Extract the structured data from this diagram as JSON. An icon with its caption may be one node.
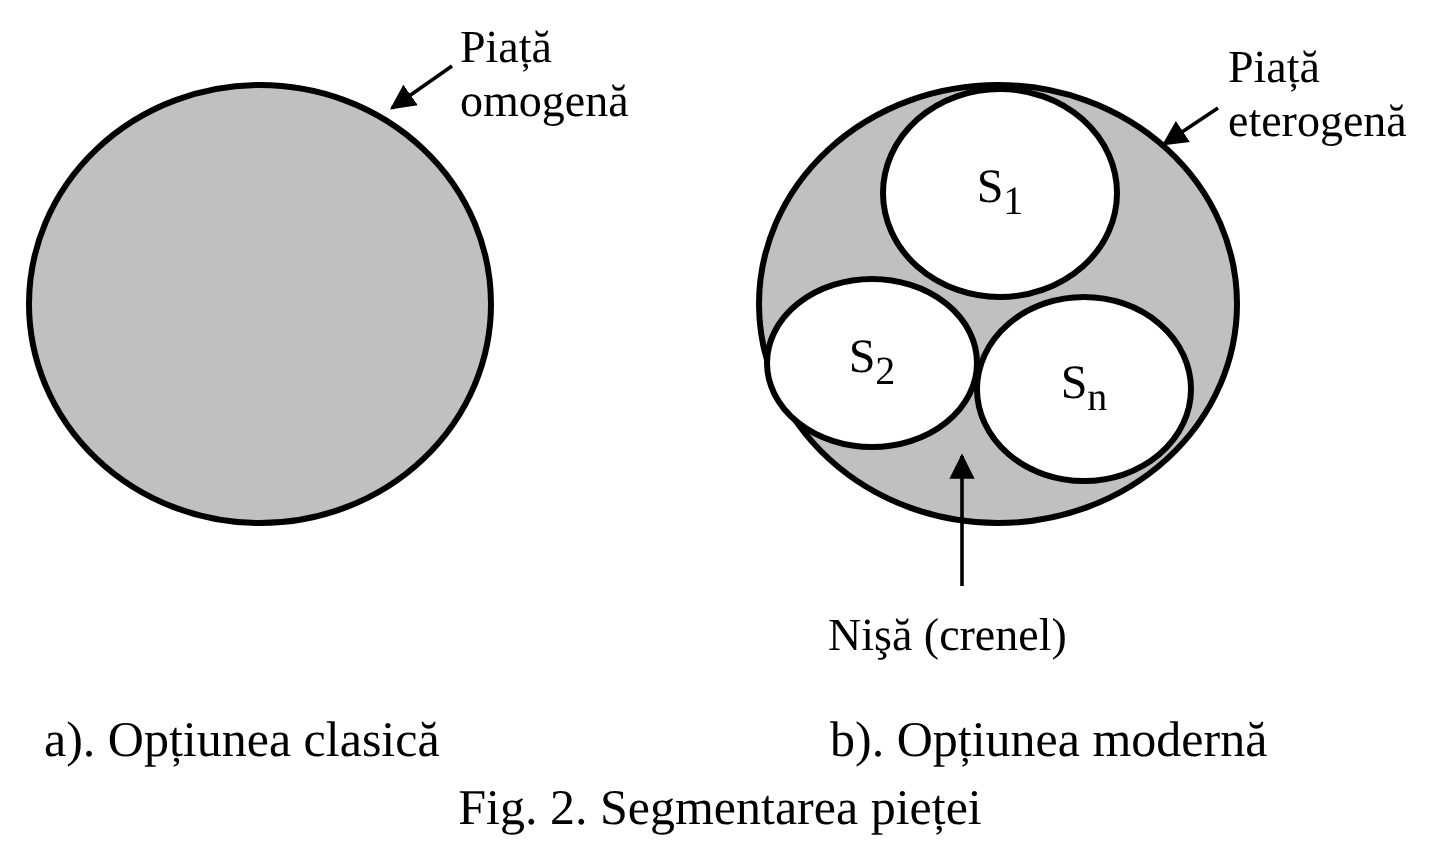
{
  "diagram": {
    "caption": "Fig. 2. Segmentarea pieței",
    "nodes": [
      {
        "text": [
          "Piață omogenă"
        ]
      },
      {
        "text": [],
        "shape": "circle"
      },
      {
        "text": [
          "Piață eterogenă"
        ]
      },
      {
        "text": [],
        "shape": "circle"
      },
      {
        "text": [
          "S$_{1}$"
        ],
        "in": 3
      },
      {
        "text": [
          "S$_{2}$"
        ],
        "in": 3
      },
      {
        "text": [
          "S$_{n}$"
        ],
        "in": 3
      },
      {
        "text": [
          "Nişă (crenel)"
        ]
      }
    ],
    "edges": [
      {
        "from": 0,
        "to": 1,
        "arrow": "to"
      },
      {
        "from": 2,
        "to": 3,
        "arrow": "to"
      },
      {
        "from": 7,
        "to": 3,
        "arrow": "to"
      }
    ],
    "labels": [
      "a). Opțiunea clasică",
      "b). Opțiunea modernă"
    ]
  }
}
